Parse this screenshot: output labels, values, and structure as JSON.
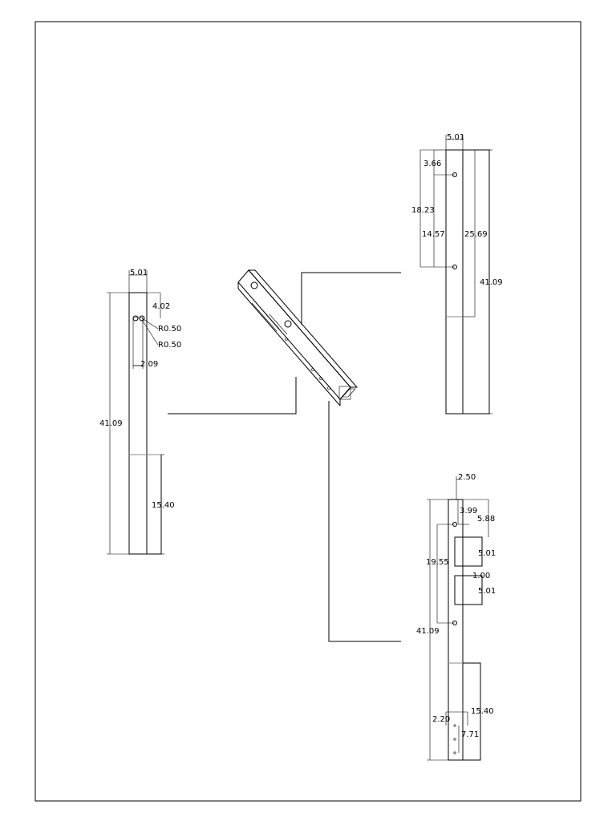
{
  "views": {
    "left": {
      "width_top": "5.01",
      "hole_offset": "4.02",
      "radius_a": "R0.50",
      "radius_b": "R0.50",
      "slot_depth": "2.09",
      "overall_length": "41.09",
      "lower_section": "15.40"
    },
    "top_right": {
      "width_top": "5.01",
      "hole_offset": "3.66",
      "hole_span_outer": "18.23",
      "hole_span_inner": "14.57",
      "section_length": "25.69",
      "overall_length": "41.09"
    },
    "bottom_right": {
      "offset_top": "2.50",
      "hole_offset": "3.99",
      "slot_start": "5.88",
      "slot_a_len": "5.01",
      "slot_gap": "1.00",
      "slot_b_len": "5.01",
      "hole_span": "19.55",
      "overall_length": "41.09",
      "lower_section": "15.40",
      "small_offset": "2.20",
      "small_span": "7.71"
    }
  }
}
